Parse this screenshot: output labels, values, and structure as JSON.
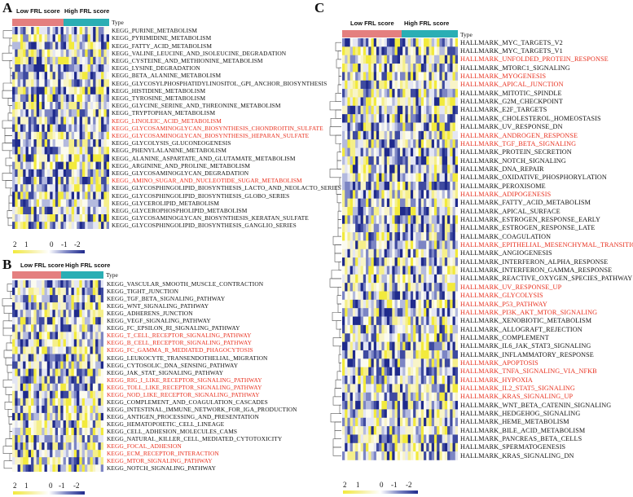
{
  "colors": {
    "low_group": "#e47f7f",
    "high_group": "#2aaeb4",
    "highlight_text": "#e8311f",
    "scale_high": "#f2ea3c",
    "scale_mid": "#ffffff",
    "scale_low": "#1f2a8c"
  },
  "legend_ticks": [
    "2",
    "1",
    "0",
    "-1",
    "-2"
  ],
  "type_label": "Type",
  "group_labels": {
    "low": "Low FRL score",
    "high": "High FRL score"
  },
  "panels": {
    "A": {
      "letter": "A",
      "rows": [
        {
          "label": "KEGG_PURINE_METABOLISM",
          "hl": false
        },
        {
          "label": "KEGG_PYRIMIDINE_METABOLISM",
          "hl": false
        },
        {
          "label": "KEGG_FATTY_ACID_METABOLISM",
          "hl": false
        },
        {
          "label": "KEGG_VALINE_LEUCINE_AND_ISOLEUCINE_DEGRADATION",
          "hl": false
        },
        {
          "label": "KEGG_CYSTEINE_AND_METHIONINE_METABOLISM",
          "hl": false
        },
        {
          "label": "KEGG_LYSINE_DEGRADATION",
          "hl": false
        },
        {
          "label": "KEGG_BETA_ALANINE_METABOLISM",
          "hl": false
        },
        {
          "label": "KEGG_GLYCOSYLPHOSPHATIDYLINOSITOL_GPI_ANCHOR_BIOSYNTHESIS",
          "hl": false
        },
        {
          "label": "KEGG_HISTIDINE_METABOLISM",
          "hl": false
        },
        {
          "label": "KEGG_TYROSINE_METABOLISM",
          "hl": false
        },
        {
          "label": "KEGG_GLYCINE_SERINE_AND_THREONINE_METABOLISM",
          "hl": false
        },
        {
          "label": "KEGG_TRYPTOPHAN_METABOLISM",
          "hl": false
        },
        {
          "label": "KEGG_LINOLEIC_ACID_METABOLISM",
          "hl": true
        },
        {
          "label": "KEGG_GLYCOSAMINOGLYCAN_BIOSYNTHESIS_CHONDROITIN_SULFATE",
          "hl": true
        },
        {
          "label": "KEGG_GLYCOSAMINOGLYCAN_BIOSYNTHESIS_HEPARAN_SULFATE",
          "hl": true
        },
        {
          "label": "KEGG_GLYCOLYSIS_GLUCONEOGENESIS",
          "hl": false
        },
        {
          "label": "KEGG_PHENYLALANINE_METABOLISM",
          "hl": false
        },
        {
          "label": "KEGG_ALANINE_ASPARTATE_AND_GLUTAMATE_METABOLISM",
          "hl": false
        },
        {
          "label": "KEGG_ARGININE_AND_PROLINE_METABOLISM",
          "hl": false
        },
        {
          "label": "KEGG_GLYCOSAMINOGLYCAN_DEGRADATION",
          "hl": false
        },
        {
          "label": "KEGG_AMINO_SUGAR_AND_NUCLEOTIDE_SUGAR_METABOLISM",
          "hl": true
        },
        {
          "label": "KEGG_GLYCOSPHINGOLIPID_BIOSYNTHESIS_LACTO_AND_NEOLACTO_SERIES",
          "hl": false
        },
        {
          "label": "KEGG_GLYCOSPHINGOLIPID_BIOSYNTHESIS_GLOBO_SERIES",
          "hl": false
        },
        {
          "label": "KEGG_GLYCEROLIPID_METABOLISM",
          "hl": false
        },
        {
          "label": "KEGG_GLYCEROPHOSPHOLIPID_METABOLISM",
          "hl": false
        },
        {
          "label": "KEGG_GLYCOSAMINOGLYCAN_BIOSYNTHESIS_KERATAN_SULFATE",
          "hl": false
        },
        {
          "label": "KEGG_GLYCOSPHINGOLIPID_BIOSYNTHESIS_GANGLIO_SERIES",
          "hl": false
        }
      ]
    },
    "B": {
      "letter": "B",
      "rows": [
        {
          "label": "KEGG_VASCULAR_SMOOTH_MUSCLE_CONTRACTION",
          "hl": false
        },
        {
          "label": "KEGG_TIGHT_JUNCTION",
          "hl": false
        },
        {
          "label": "KEGG_TGF_BETA_SIGNALING_PATHWAY",
          "hl": false
        },
        {
          "label": "KEGG_WNT_SIGNALING_PATHWAY",
          "hl": false
        },
        {
          "label": "KEGG_ADHERENS_JUNCTION",
          "hl": false
        },
        {
          "label": "KEGG_VEGF_SIGNALING_PATHWAY",
          "hl": false
        },
        {
          "label": "KEGG_FC_EPSILON_RI_SIGNALING_PATHWAY",
          "hl": false
        },
        {
          "label": "KEGG_T_CELL_RECEPTOR_SIGNALING_PATHWAY",
          "hl": true
        },
        {
          "label": "KEGG_B_CELL_RECEPTOR_SIGNALING_PATHWAY",
          "hl": true
        },
        {
          "label": "KEGG_FC_GAMMA_R_MEDIATED_PHAGOCYTOSIS",
          "hl": true
        },
        {
          "label": "KEGG_LEUKOCYTE_TRANSENDOTHELIAL_MIGRATION",
          "hl": false
        },
        {
          "label": "KEGG_CYTOSOLIC_DNA_SENSING_PATHWAY",
          "hl": false
        },
        {
          "label": "KEGG_JAK_STAT_SIGNALING_PATHWAY",
          "hl": false
        },
        {
          "label": "KEGG_RIG_I_LIKE_RECEPTOR_SIGNALING_PATHWAY",
          "hl": true
        },
        {
          "label": "KEGG_TOLL_LIKE_RECEPTOR_SIGNALING_PATHWAY",
          "hl": true
        },
        {
          "label": "KEGG_NOD_LIKE_RECEPTOR_SIGNALING_PATHWAY",
          "hl": true
        },
        {
          "label": "KEGG_COMPLEMENT_AND_COAGULATION_CASCADES",
          "hl": false
        },
        {
          "label": "KEGG_INTESTINAL_IMMUNE_NETWORK_FOR_IGA_PRODUCTION",
          "hl": false
        },
        {
          "label": "KEGG_ANTIGEN_PROCESSING_AND_PRESENTATION",
          "hl": false
        },
        {
          "label": "KEGG_HEMATOPOIETIC_CELL_LINEAGE",
          "hl": false
        },
        {
          "label": "KEGG_CELL_ADHESION_MOLECULES_CAMS",
          "hl": false
        },
        {
          "label": "KEGG_NATURAL_KILLER_CELL_MEDIATED_CYTOTOXICITY",
          "hl": false
        },
        {
          "label": "KEGG_FOCAL_ADHESION",
          "hl": true
        },
        {
          "label": "KEGG_ECM_RECEPTOR_INTERACTION",
          "hl": true
        },
        {
          "label": "KEGG_MTOR_SIGNALING_PATHWAY",
          "hl": true
        },
        {
          "label": "KEGG_NOTCH_SIGNALING_PATHWAY",
          "hl": false
        }
      ]
    },
    "C": {
      "letter": "C",
      "rows": [
        {
          "label": "HALLMARK_MYC_TARGETS_V2",
          "hl": false
        },
        {
          "label": "HALLMARK_MYC_TARGETS_V1",
          "hl": false
        },
        {
          "label": "HALLMARK_UNFOLDED_PROTEIN_RESPONSE",
          "hl": true
        },
        {
          "label": "HALLMARK_MTORC1_SIGNALING",
          "hl": false
        },
        {
          "label": "HALLMARK_MYOGENESIS",
          "hl": true
        },
        {
          "label": "HALLMARK_APICAL_JUNCTION",
          "hl": true
        },
        {
          "label": "HALLMARK_MITOTIC_SPINDLE",
          "hl": false
        },
        {
          "label": "HALLMARK_G2M_CHECKPOINT",
          "hl": false
        },
        {
          "label": "HALLMARK_E2F_TARGETS",
          "hl": false
        },
        {
          "label": "HALLMARK_CHOLESTEROL_HOMEOSTASIS",
          "hl": false
        },
        {
          "label": "HALLMARK_UV_RESPONSE_DN",
          "hl": false
        },
        {
          "label": "HALLMARK_ANDROGEN_RESPONSE",
          "hl": true
        },
        {
          "label": "HALLMARK_TGF_BETA_SIGNALING",
          "hl": true
        },
        {
          "label": "HALLMARK_PROTEIN_SECRETION",
          "hl": false
        },
        {
          "label": "HALLMARK_NOTCH_SIGNALING",
          "hl": false
        },
        {
          "label": "HALLMARK_DNA_REPAIR",
          "hl": false
        },
        {
          "label": "HALLMARK_OXIDATIVE_PHOSPHORYLATION",
          "hl": false
        },
        {
          "label": "HALLMARK_PEROXISOME",
          "hl": false
        },
        {
          "label": "HALLMARK_ADIPOGENESIS",
          "hl": true
        },
        {
          "label": "HALLMARK_FATTY_ACID_METABOLISM",
          "hl": false
        },
        {
          "label": "HALLMARK_APICAL_SURFACE",
          "hl": false
        },
        {
          "label": "HALLMARK_ESTROGEN_RESPONSE_EARLY",
          "hl": false
        },
        {
          "label": "HALLMARK_ESTROGEN_RESPONSE_LATE",
          "hl": false
        },
        {
          "label": "HALLMARK_COAGULATION",
          "hl": false
        },
        {
          "label": "HALLMARK_EPITHELIAL_MESENCHYMAL_TRANSITION",
          "hl": true
        },
        {
          "label": "HALLMARK_ANGIOGENESIS",
          "hl": false
        },
        {
          "label": "HALLMARK_INTERFERON_ALPHA_RESPONSE",
          "hl": false
        },
        {
          "label": "HALLMARK_INTERFERON_GAMMA_RESPONSE",
          "hl": false
        },
        {
          "label": "HALLMARK_REACTIVE_OXYGEN_SPECIES_PATHWAY",
          "hl": false
        },
        {
          "label": "HALLMARK_UV_RESPONSE_UP",
          "hl": true
        },
        {
          "label": "HALLMARK_GLYCOLYSIS",
          "hl": true
        },
        {
          "label": "HALLMARK_P53_PATHWAY",
          "hl": true
        },
        {
          "label": "HALLMARK_PI3K_AKT_MTOR_SIGNALING",
          "hl": true
        },
        {
          "label": "HALLMARK_XENOBIOTIC_METABOLISM",
          "hl": false
        },
        {
          "label": "HALLMARK_ALLOGRAFT_REJECTION",
          "hl": false
        },
        {
          "label": "HALLMARK_COMPLEMENT",
          "hl": false
        },
        {
          "label": "HALLMARK_IL6_JAK_STAT3_SIGNALING",
          "hl": false
        },
        {
          "label": "HALLMARK_INFLAMMATORY_RESPONSE",
          "hl": false
        },
        {
          "label": "HALLMARK_APOPTOSIS",
          "hl": true
        },
        {
          "label": "HALLMARK_TNFA_SIGNALING_VIA_NFKB",
          "hl": true
        },
        {
          "label": "HALLMARK_HYPOXIA",
          "hl": true
        },
        {
          "label": "HALLMARK_IL2_STAT5_SIGNALING",
          "hl": true
        },
        {
          "label": "HALLMARK_KRAS_SIGNALING_UP",
          "hl": true
        },
        {
          "label": "HALLMARK_WNT_BETA_CATENIN_SIGNALING",
          "hl": false
        },
        {
          "label": "HALLMARK_HEDGEHOG_SIGNALING",
          "hl": false
        },
        {
          "label": "HALLMARK_HEME_METABOLISM",
          "hl": false
        },
        {
          "label": "HALLMARK_BILE_ACID_METABOLISM",
          "hl": false
        },
        {
          "label": "HALLMARK_PANCREAS_BETA_CELLS",
          "hl": false
        },
        {
          "label": "HALLMARK_SPERMATOGENESIS",
          "hl": false
        },
        {
          "label": "HALLMARK_KRAS_SIGNALING_DN",
          "hl": false
        }
      ]
    }
  }
}
